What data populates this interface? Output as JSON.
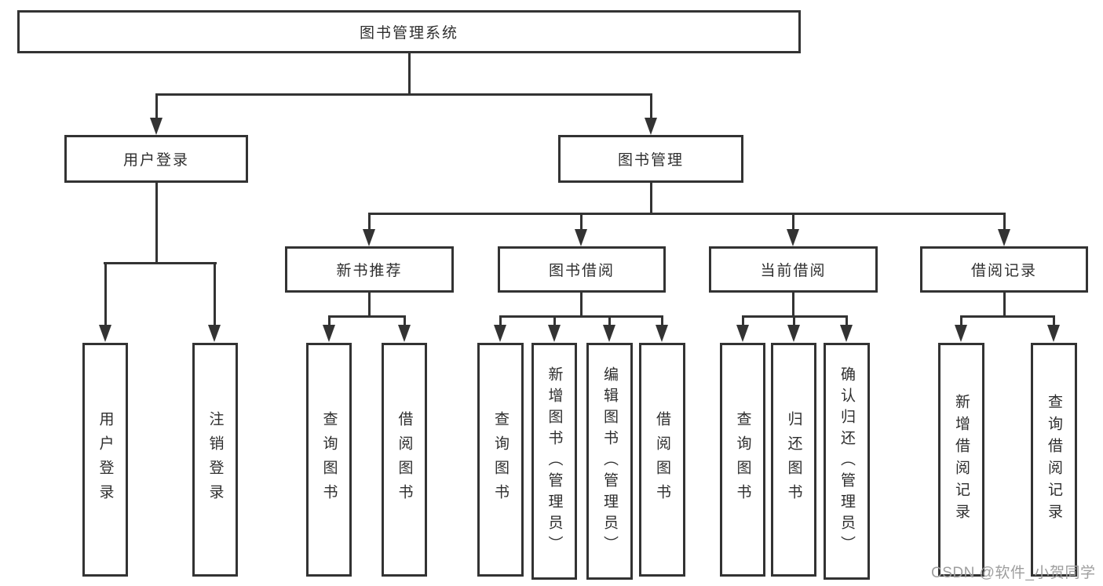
{
  "diagram": {
    "title": "图书管理系统",
    "root": {
      "label": "图书管理系统"
    },
    "branches": [
      {
        "label": "用户登录",
        "children": [
          {
            "label": "用户登录"
          },
          {
            "label": "注销登录"
          }
        ]
      },
      {
        "label": "图书管理",
        "children": [
          {
            "label": "新书推荐",
            "children": [
              {
                "label": "查询图书"
              },
              {
                "label": "借阅图书"
              }
            ]
          },
          {
            "label": "图书借阅",
            "children": [
              {
                "label": "查询图书"
              },
              {
                "label": "新增图书（管理员）"
              },
              {
                "label": "编辑图书（管理员）"
              },
              {
                "label": "借阅图书"
              }
            ]
          },
          {
            "label": "当前借阅",
            "children": [
              {
                "label": "查询图书"
              },
              {
                "label": "归还图书"
              },
              {
                "label": "确认归还（管理员）"
              }
            ]
          },
          {
            "label": "借阅记录",
            "children": [
              {
                "label": "新增借阅记录"
              },
              {
                "label": "查询借阅记录"
              }
            ]
          }
        ]
      }
    ]
  },
  "watermark": {
    "text": "CSDN @软件_小贺同学"
  },
  "colors": {
    "line": "#333333",
    "text": "#2e2e2e",
    "box_fill": "#ffffff",
    "background": "#ffffff",
    "watermark": "#9e9e9e"
  }
}
